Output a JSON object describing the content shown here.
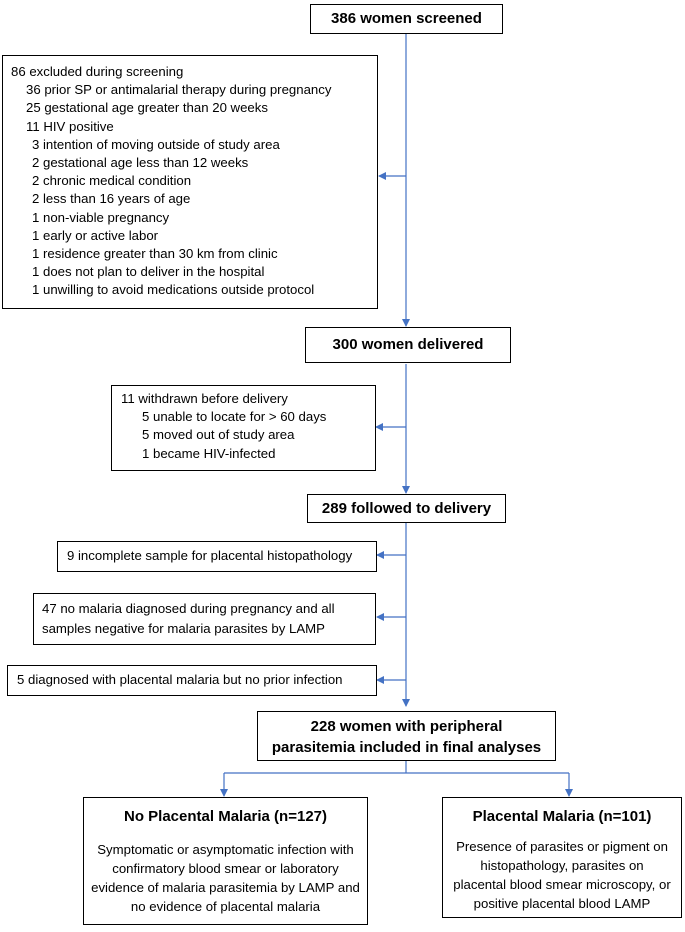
{
  "screened": "386 women screened",
  "excluded": {
    "heading": "86 excluded during screening",
    "reasons": [
      "36 prior SP or antimalarial therapy during pregnancy",
      "25 gestational age greater than 20 weeks",
      "11 HIV positive",
      "3 intention of moving outside of study area",
      "2 gestational age less than 12 weeks",
      "2 chronic medical condition",
      "2 less than 16 years of age",
      "1 non-viable pregnancy",
      "1 early or active labor",
      "1 residence greater than 30 km from clinic",
      "1 does not plan to deliver in the hospital",
      "1 unwilling to avoid medications outside protocol"
    ]
  },
  "delivered": "300 women delivered",
  "withdrawn": {
    "heading": "11 withdrawn before delivery",
    "reasons": [
      "5 unable to locate for > 60 days",
      "5 moved out of study area",
      "1 became HIV-infected"
    ]
  },
  "followed": "289 followed to delivery",
  "incomplete": "9 incomplete sample for placental histopathology",
  "no_malaria": {
    "line1": "47 no malaria diagnosed during pregnancy and all",
    "line2": "samples negative for malaria parasites by LAMP"
  },
  "placental_no_prior": "5 diagnosed with placental malaria but no prior infection",
  "included": {
    "line1": "228 women with peripheral",
    "line2": "parasitemia included in final analyses"
  },
  "no_placental": {
    "title": "No Placental Malaria (n=127)",
    "desc": [
      "Symptomatic or asymptomatic infection with",
      "confirmatory blood smear or laboratory",
      "evidence of malaria parasitemia by LAMP and",
      "no evidence of placental malaria"
    ]
  },
  "placental": {
    "title": "Placental Malaria (n=101)",
    "desc": [
      "Presence of parasites or pigment on",
      "histopathology, parasites on",
      "placental blood smear microscopy, or",
      "positive placental blood LAMP"
    ]
  },
  "colors": {
    "arrow": "#4472c4",
    "border": "#000000"
  }
}
